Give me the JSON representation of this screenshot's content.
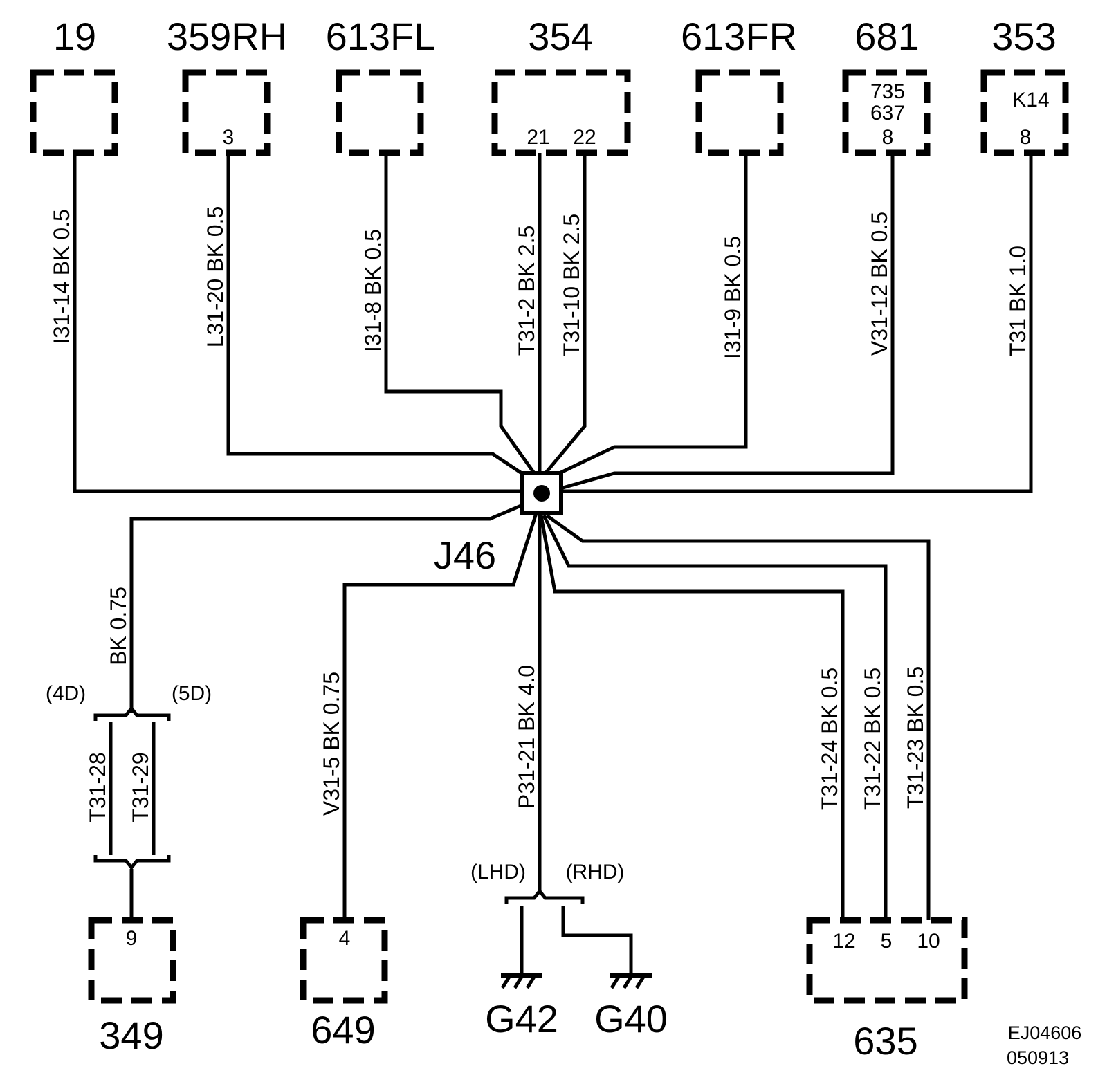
{
  "splice": {
    "label": "J46"
  },
  "connectors": {
    "c19": {
      "label": "19"
    },
    "c359": {
      "label": "359RH",
      "pin": "3"
    },
    "c613fl": {
      "label": "613FL"
    },
    "c354": {
      "label": "354",
      "pin_a": "21",
      "pin_b": "22"
    },
    "c613fr": {
      "label": "613FR"
    },
    "c681": {
      "label": "681",
      "line1": "735",
      "line2": "637",
      "pin": "8"
    },
    "c353": {
      "label": "353",
      "line1": "K14",
      "pin": "8"
    },
    "c349": {
      "label": "349",
      "pin": "9"
    },
    "c649": {
      "label": "649",
      "pin": "4"
    },
    "c635": {
      "label": "635",
      "pin_a": "12",
      "pin_b": "5",
      "pin_c": "10"
    }
  },
  "wires": {
    "w19": "I31-14  BK  0.5",
    "w359": "L31-20  BK  0.5",
    "w613fl": "I31-8  BK  0.5",
    "w354a": "T31-2  BK  2.5",
    "w354b": "T31-10  BK  2.5",
    "w613fr": "I31-9  BK  0.5",
    "w681": "V31-12  BK  0.5",
    "w353": "T31  BK  1.0",
    "w349": "BK  0.75",
    "w349a": "T31-28",
    "w349b": "T31-29",
    "w649": "V31-5  BK  0.75",
    "wgnd": "P31-21  BK  4.0",
    "w635a": "T31-24  BK  0.5",
    "w635b": "T31-22  BK  0.5",
    "w635c": "T31-23  BK  0.5"
  },
  "options": {
    "four_door": "(4D)",
    "five_door": "(5D)",
    "lhd": "(LHD)",
    "rhd": "(RHD)"
  },
  "grounds": {
    "g42": "G42",
    "g40": "G40"
  },
  "reference": {
    "code": "EJ04606",
    "date": "050913"
  }
}
